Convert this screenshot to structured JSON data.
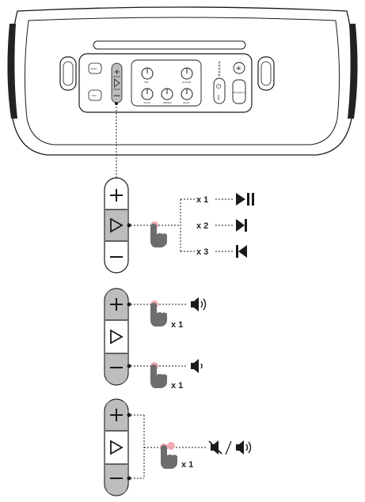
{
  "speaker": {
    "panel_labels": {
      "bass": "BASS",
      "mic": "MIC",
      "knob_mic": "MIC",
      "knob_guitar": "GUITAR",
      "knob_echo": "ECHO",
      "knob_treble": "TREBLE",
      "knob_bass": "BASS",
      "partyboost": "PartyBoost"
    }
  },
  "playback": {
    "rows": [
      {
        "count": "x 1",
        "icon": "play-pause-icon"
      },
      {
        "count": "x 2",
        "icon": "next-track-icon"
      },
      {
        "count": "x 3",
        "icon": "previous-track-icon"
      }
    ]
  },
  "volume_up": {
    "count": "x 1",
    "icon": "volume-up-icon"
  },
  "volume_down": {
    "count": "x 1",
    "icon": "volume-down-icon"
  },
  "mute_toggle": {
    "count": "x 1",
    "icons": [
      "mute-icon",
      "volume-up-icon"
    ]
  },
  "colors": {
    "line": "#1a1a1a",
    "highlight_button": "#bdbdbd",
    "touch_point": "#f2a7b2",
    "hand": "#6d6d6d"
  }
}
